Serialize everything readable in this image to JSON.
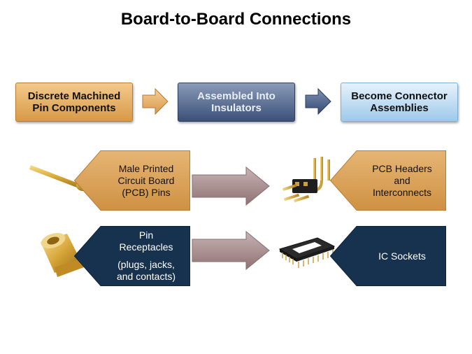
{
  "title": "Board-to-Board Connections",
  "flow": [
    {
      "label": "Discrete Machined\nPin Components"
    },
    {
      "label": "Assembled Into\nInsulators"
    },
    {
      "label": "Become Connector\nAssemblies"
    }
  ],
  "rows": [
    {
      "left_label": "Male Printed\nCircuit Board\n(PCB) Pins",
      "right_label": "PCB Headers\nand\nInterconnects"
    },
    {
      "left_label": "Pin\nReceptacles",
      "left_sub": "(plugs, jacks,\nand contacts)",
      "right_label": "IC Sockets"
    }
  ],
  "colors": {
    "tan": "#d89c4e",
    "navy": "#17324f",
    "flow_arrow": "#e4b06a",
    "flow_arrow_dark": "#3d5178",
    "row_arrow": "#a98d8f"
  },
  "icons": [
    "pcb-pin-image",
    "header-image",
    "receptacle-image",
    "ic-socket-image"
  ]
}
